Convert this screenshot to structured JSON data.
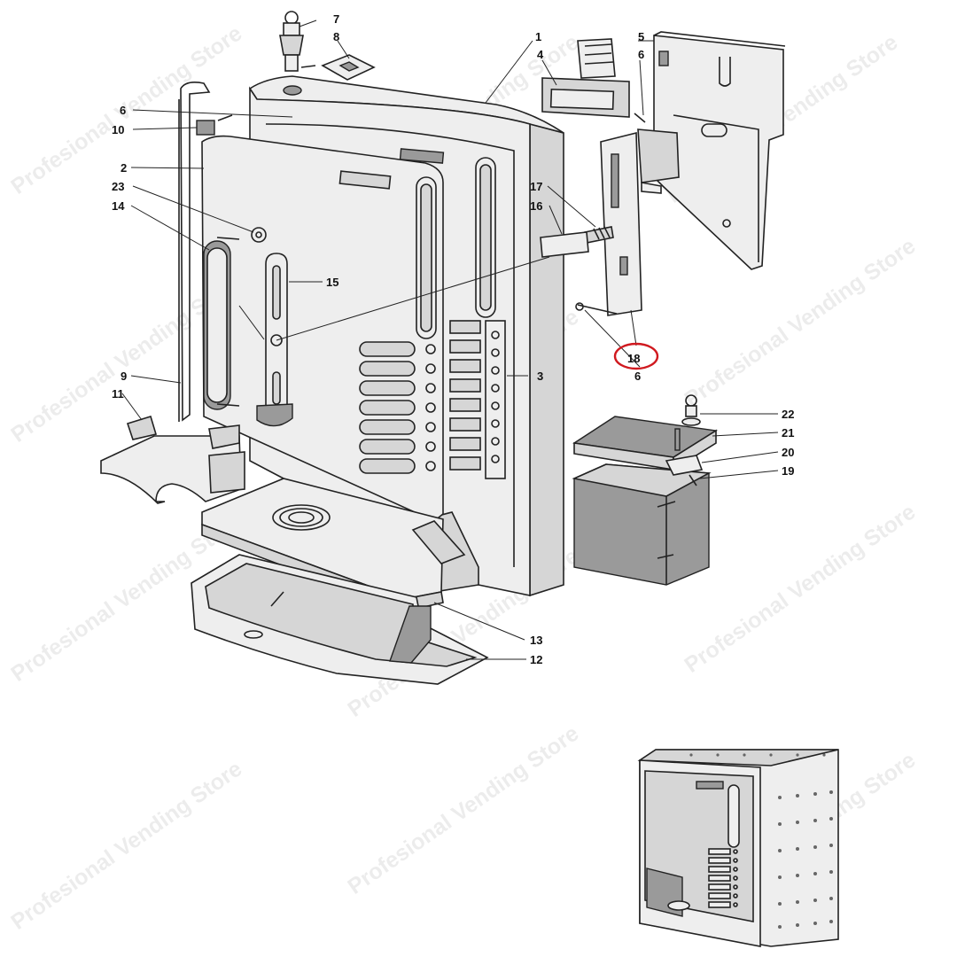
{
  "diagram": {
    "part_numbers": [
      "1",
      "2",
      "3",
      "4",
      "5",
      "6",
      "7",
      "8",
      "9",
      "10",
      "11",
      "12",
      "13",
      "14",
      "15",
      "16",
      "17",
      "18",
      "19",
      "20",
      "21",
      "22",
      "23"
    ],
    "labels": {
      "n1": "1",
      "n2": "2",
      "n3": "3",
      "n4": "4",
      "n5": "5",
      "n6a": "6",
      "n6b": "6",
      "n6c": "6",
      "n7": "7",
      "n8": "8",
      "n9": "9",
      "n10": "10",
      "n11": "11",
      "n12": "12",
      "n13": "13",
      "n14": "14",
      "n15": "15",
      "n16": "16",
      "n17": "17",
      "n18": "18",
      "n19": "19",
      "n20": "20",
      "n21": "21",
      "n22": "22",
      "n23": "23"
    },
    "highlighted_part": "18",
    "highlight_color": "#d0191f",
    "watermark": "Profesional Vending Store"
  }
}
